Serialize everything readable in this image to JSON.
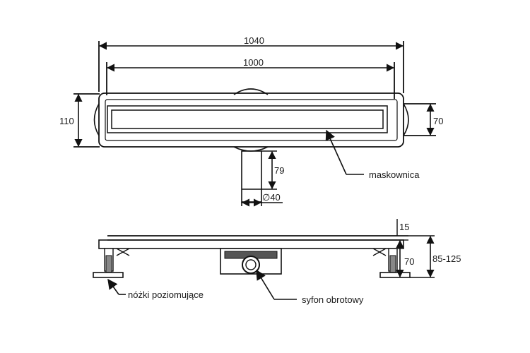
{
  "top_view": {
    "dim_overall_length": "1040",
    "dim_grate_length": "1000",
    "dim_width": "110",
    "dim_body_width": "70",
    "dim_outlet_length": "79",
    "dim_outlet_diameter": "∅40",
    "label_grate": "maskownica"
  },
  "side_view": {
    "dim_grate_thickness": "15",
    "dim_body_height": "70",
    "dim_total_height": "85-125",
    "label_feet": "nóżki poziomujące",
    "label_siphon": "syfon obrotowy"
  }
}
